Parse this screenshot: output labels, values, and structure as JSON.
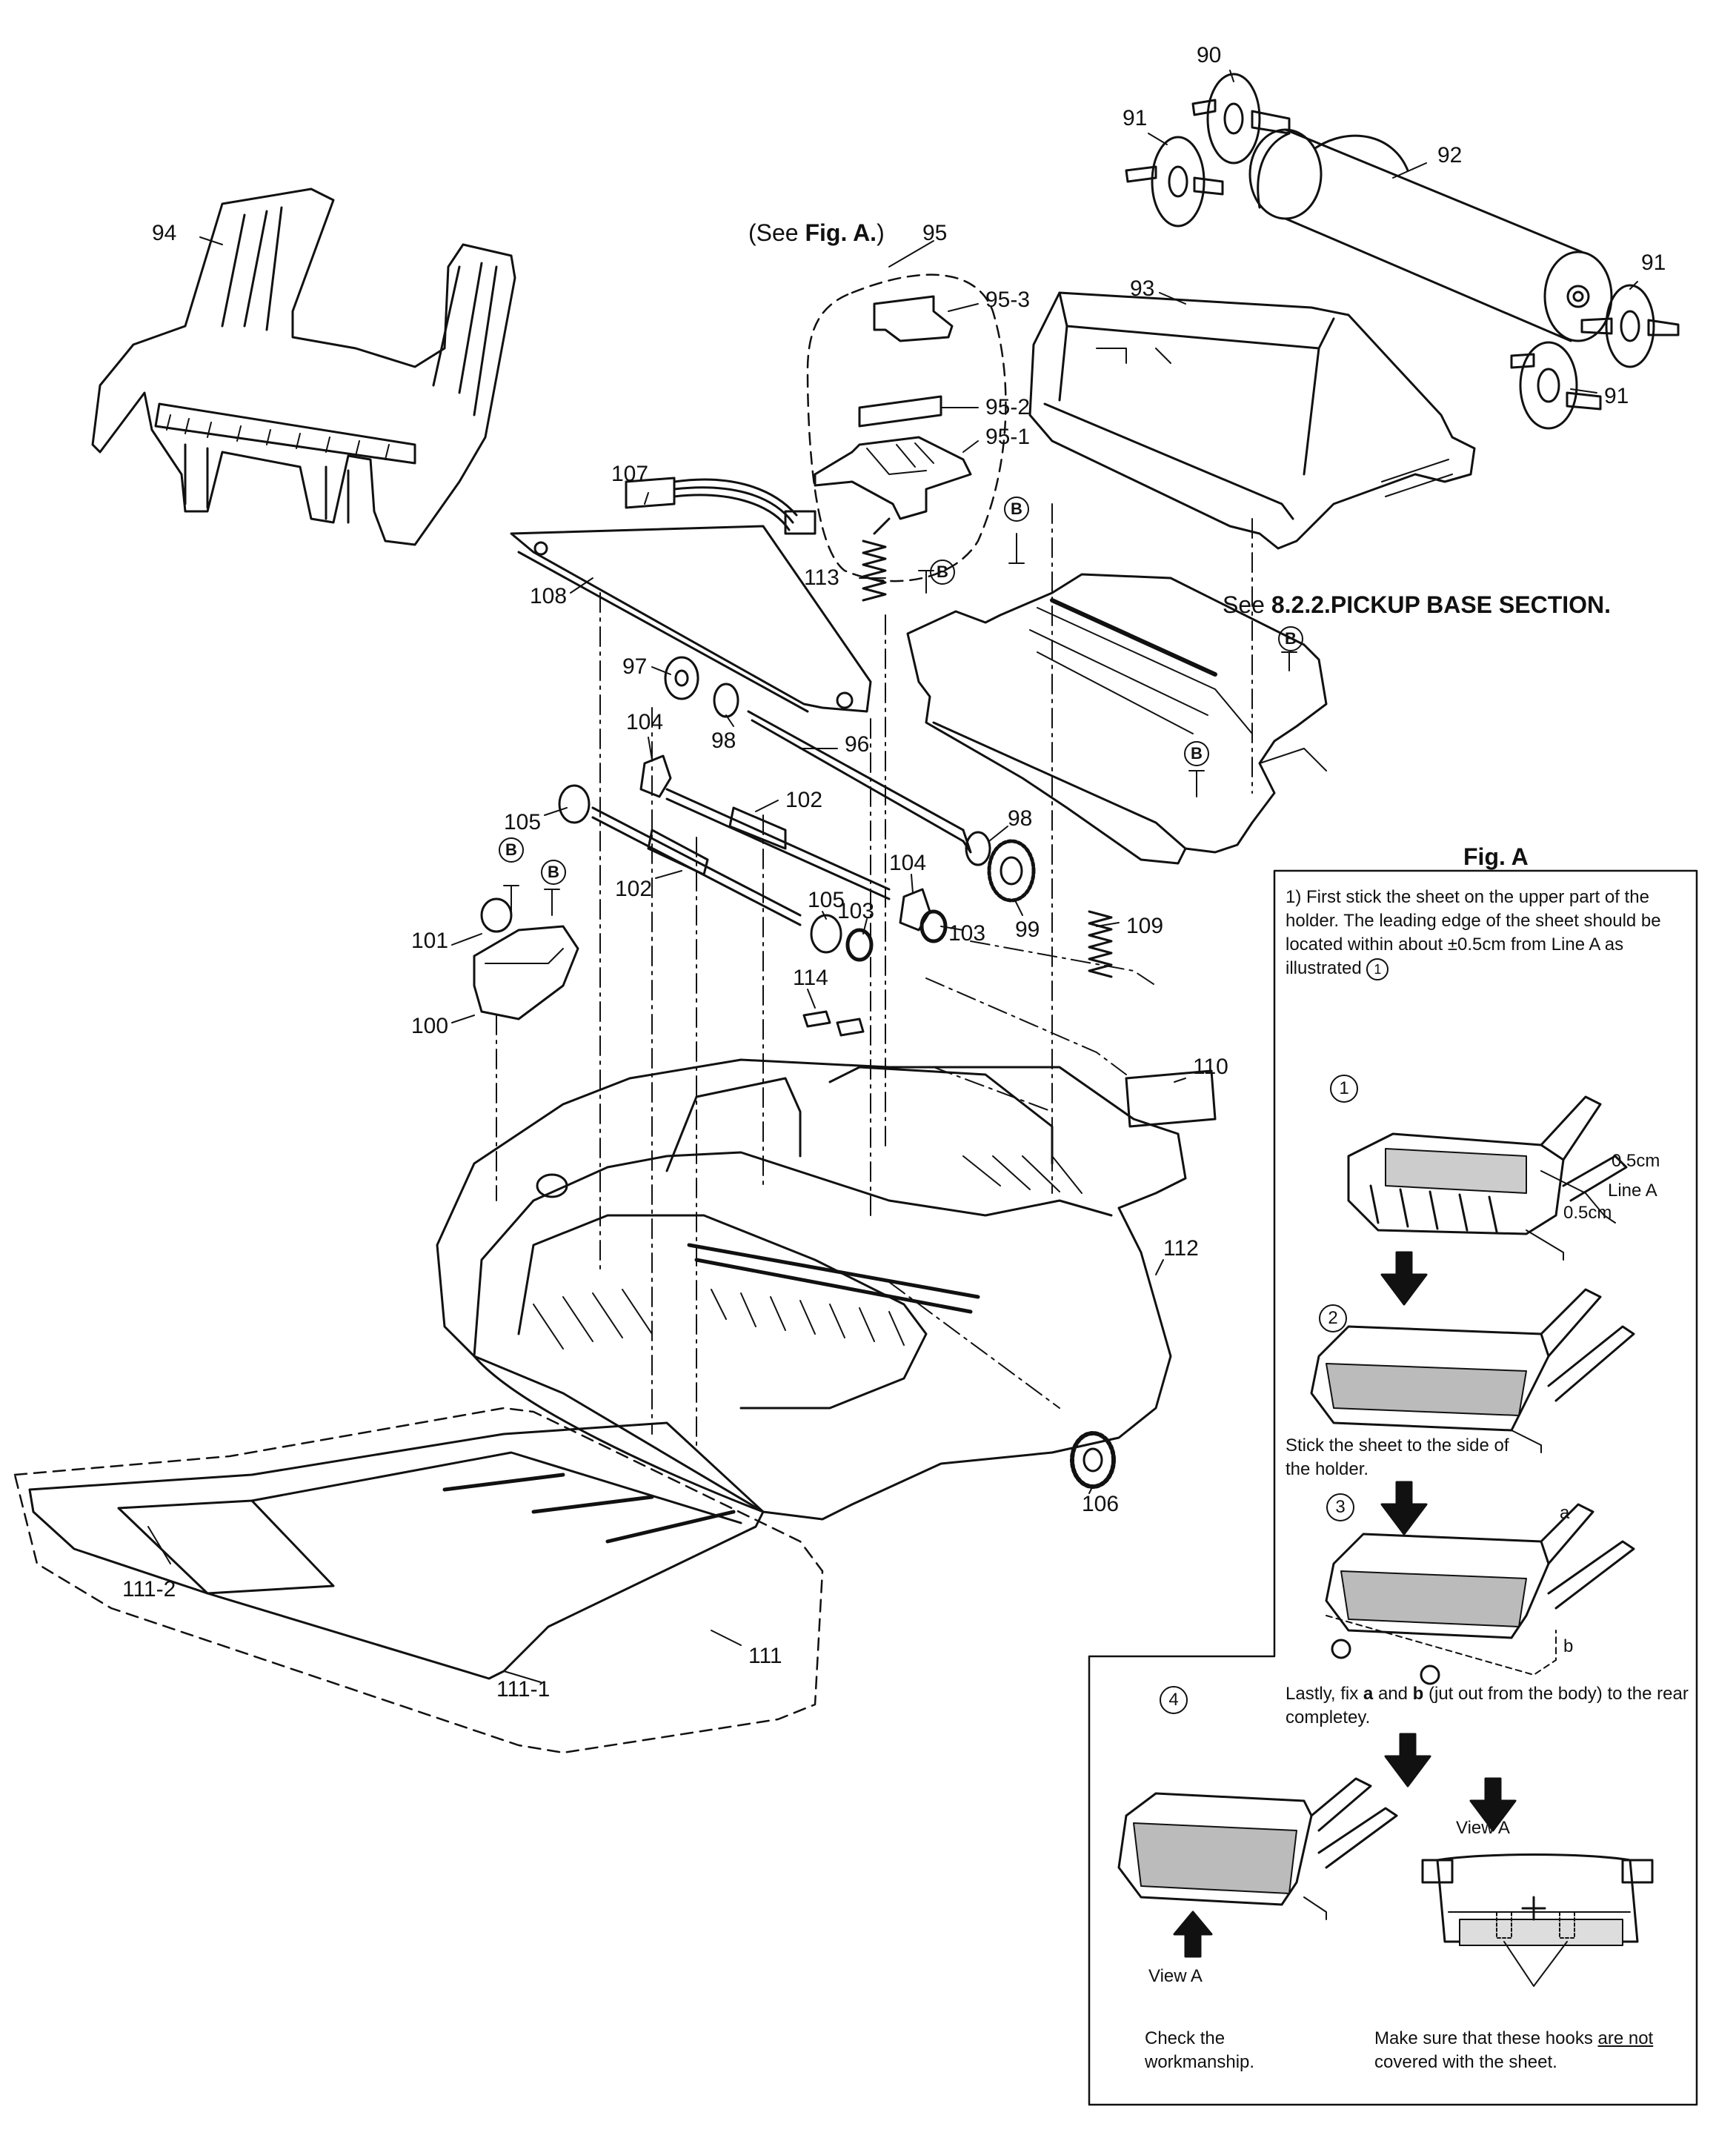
{
  "labels": {
    "p90": "90",
    "p91a": "91",
    "p91b": "91",
    "p91c": "91",
    "p92": "92",
    "p93": "93",
    "p94": "94",
    "p95": "95",
    "p95_1": "95-1",
    "p95_2": "95-2",
    "p95_3": "95-3",
    "p96": "96",
    "p97": "97",
    "p98a": "98",
    "p98b": "98",
    "p99": "99",
    "p100": "100",
    "p101": "101",
    "p102a": "102",
    "p102b": "102",
    "p103a": "103",
    "p103b": "103",
    "p104a": "104",
    "p104b": "104",
    "p105a": "105",
    "p105b": "105",
    "p106": "106",
    "p107": "107",
    "p108": "108",
    "p109": "109",
    "p110": "110",
    "p111": "111",
    "p111_1": "111-1",
    "p111_2": "111-2",
    "p112": "112",
    "p113": "113",
    "p114": "114"
  },
  "see_fig_prefix": "(See ",
  "see_fig_bold": "Fig. A.",
  "see_fig_suffix": ")",
  "see_section_prefix": "See ",
  "see_section_bold": "8.2.2.PICKUP BASE SECTION.",
  "screw_mark": "B",
  "fig_a": {
    "title": "Fig. A",
    "step1": "1)  First stick the sheet on the upper part of the holder. The leading edge of the sheet should be located within about ±0.5cm from Line A as illustrated",
    "step1_ref": "1",
    "n1": "1",
    "n2": "2",
    "n3": "3",
    "n4": "4",
    "dim1": "0.5cm",
    "dim2": "0.5cm",
    "line_a": "Line A",
    "step2": "Stick the sheet to the side of the holder.",
    "mark_a": "a",
    "mark_b": "b",
    "step3_pre": "Lastly, fix ",
    "step3_a": "a",
    "step3_mid": " and ",
    "step3_b": "b",
    "step3_post": " (jut out from the body) to the rear completey.",
    "view_a_arrow": "View A",
    "view_a_title": "View A",
    "check": "Check the workmanship.",
    "hooks_pre": "Make sure that these hooks ",
    "hooks_u": "are not",
    "hooks_post": " covered with the sheet."
  }
}
